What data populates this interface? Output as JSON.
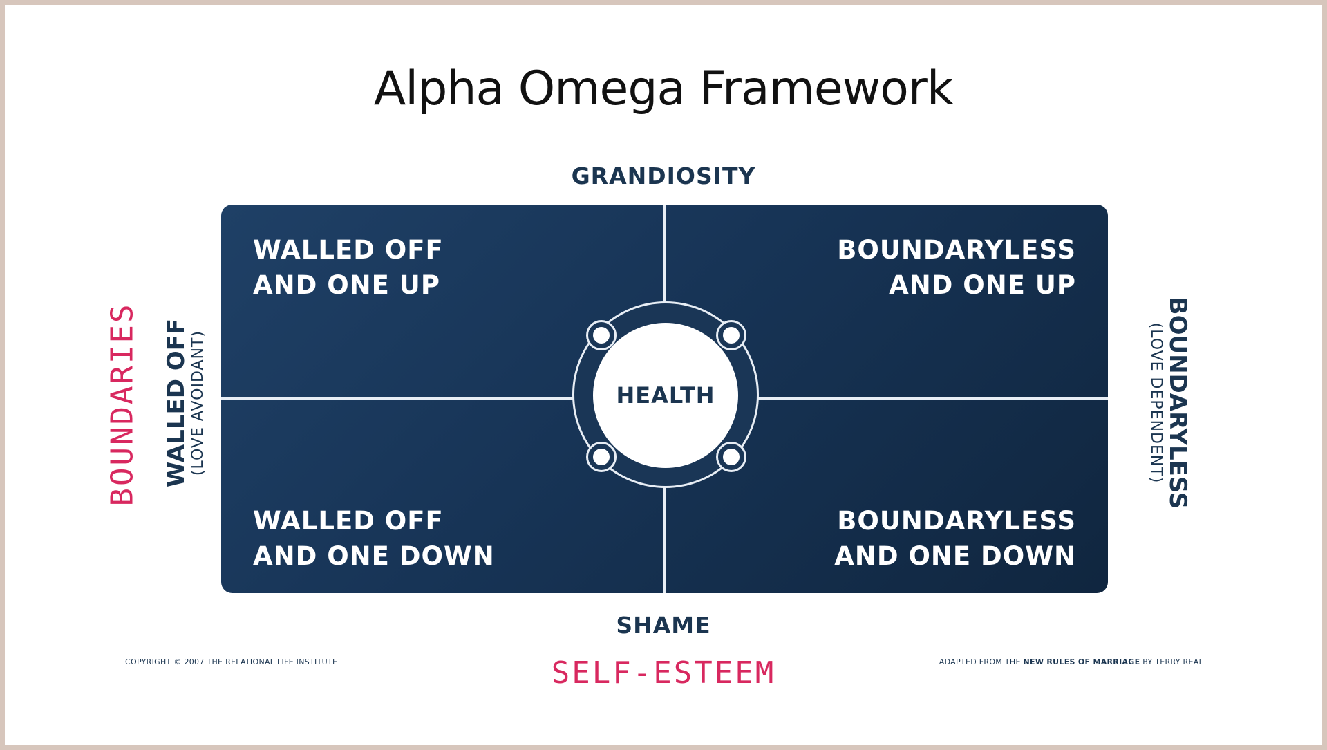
{
  "title": "Alpha Omega Framework",
  "axes": {
    "top": "GRANDIOSITY",
    "bottom": "SHAME",
    "left": {
      "main": "WALLED OFF",
      "sub": "(LOVE AVOIDANT)"
    },
    "right": {
      "main": "BOUNDARYLESS",
      "sub": "(LOVE DEPENDENT)"
    }
  },
  "dimensions": {
    "horizontal": "BOUNDARIES",
    "vertical": "SELF-ESTEEM"
  },
  "quadrants": {
    "top_left": [
      "WALLED OFF",
      "AND ONE UP"
    ],
    "top_right": [
      "BOUNDARYLESS",
      "AND ONE UP"
    ],
    "bottom_left": [
      "WALLED OFF",
      "AND ONE DOWN"
    ],
    "bottom_right": [
      "BOUNDARYLESS",
      "AND ONE DOWN"
    ]
  },
  "center": "HEALTH",
  "footer": {
    "left": "COPYRIGHT © 2007 THE RELATIONAL LIFE INSTITUTE",
    "right_prefix": "ADAPTED FROM THE ",
    "right_bold": "NEW RULES OF MARRIAGE",
    "right_suffix": " BY TERRY REAL"
  },
  "colors": {
    "navy": "#1b3550",
    "pink": "#d8285f",
    "frame": "#d7c6bc"
  }
}
